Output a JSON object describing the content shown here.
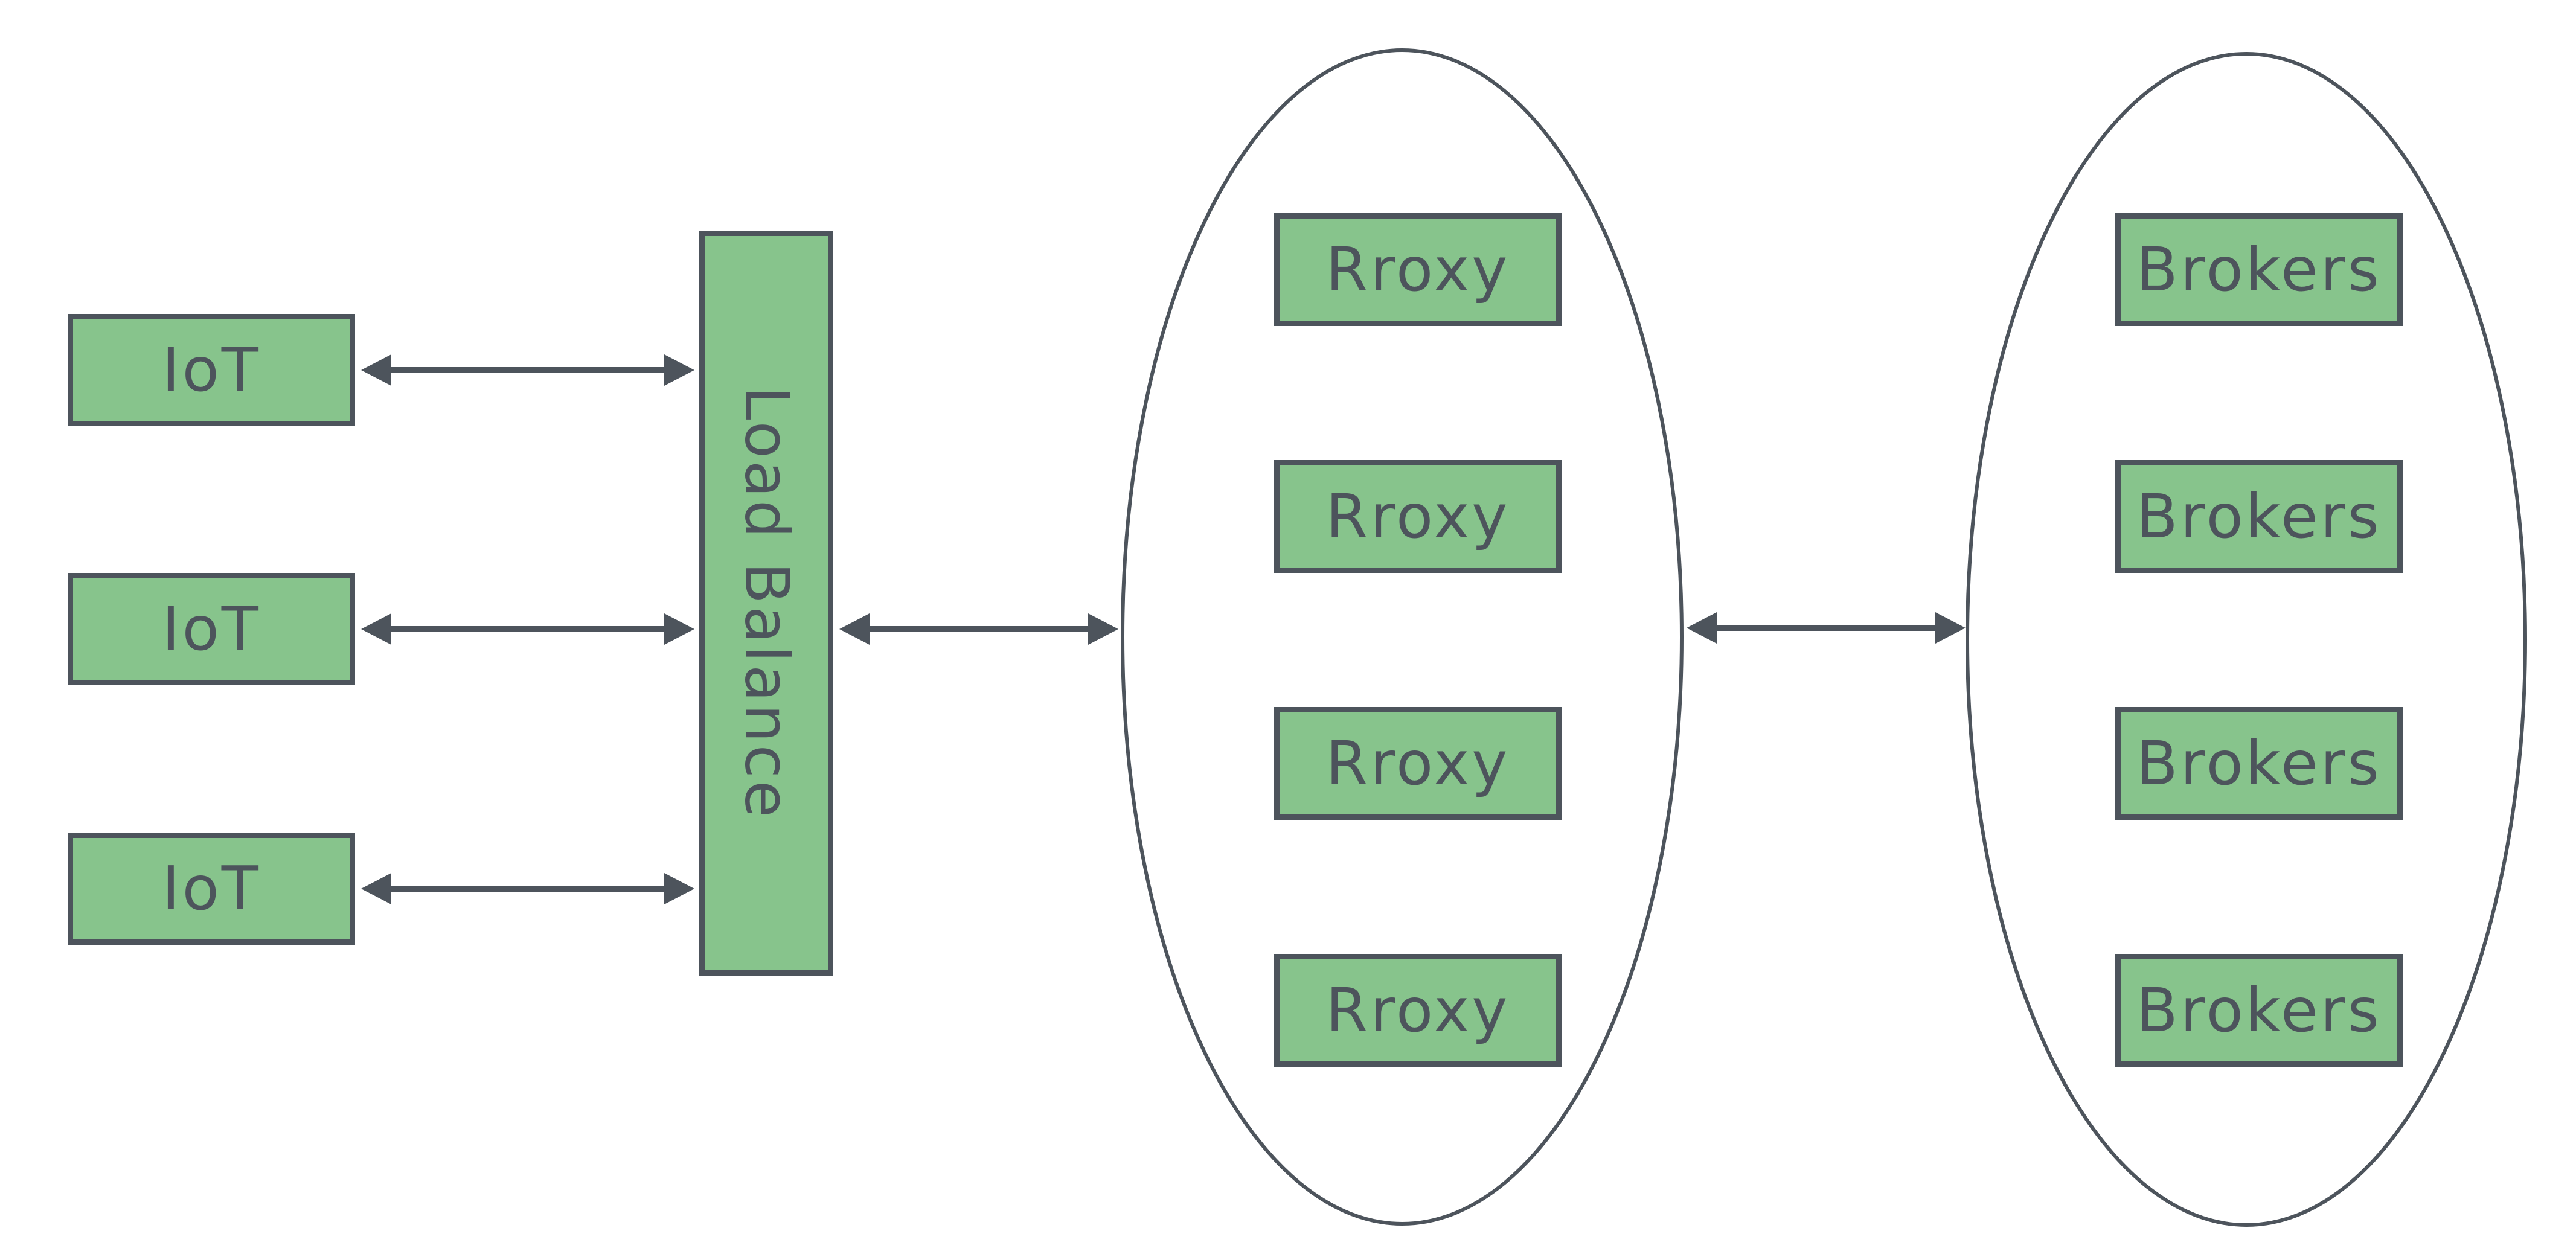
{
  "diagram": {
    "type": "architecture-diagram",
    "colors": {
      "box_fill": "#87c48c",
      "stroke": "#4d545c",
      "background": "#ffffff"
    },
    "iot_boxes": [
      {
        "label": "IoT"
      },
      {
        "label": "IoT"
      },
      {
        "label": "IoT"
      }
    ],
    "load_balancer": {
      "label": "Load Balance"
    },
    "proxy_cluster": {
      "nodes": [
        {
          "label": "Rroxy"
        },
        {
          "label": "Rroxy"
        },
        {
          "label": "Rroxy"
        },
        {
          "label": "Rroxy"
        }
      ]
    },
    "broker_cluster": {
      "nodes": [
        {
          "label": "Brokers"
        },
        {
          "label": "Brokers"
        },
        {
          "label": "Brokers"
        },
        {
          "label": "Brokers"
        }
      ]
    }
  }
}
